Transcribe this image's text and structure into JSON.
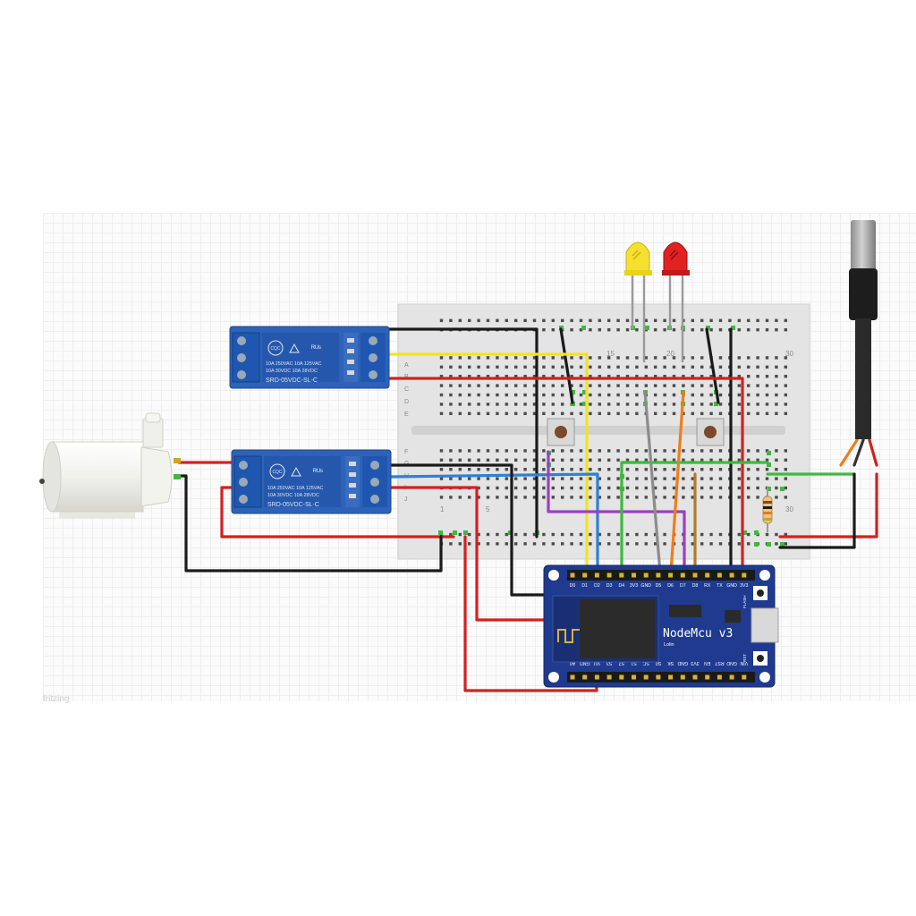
{
  "breadboard": {
    "column_numbers": [
      "15",
      "20",
      "30",
      "1",
      "5",
      "30"
    ],
    "row_letters": [
      "A",
      "B",
      "C",
      "D",
      "E",
      "F",
      "G",
      "H",
      "I",
      "J"
    ]
  },
  "relays": [
    {
      "brand_logo": "CQC",
      "rating_line_1": "10A 250VAC  10A 125VAC",
      "rating_line_2": "10A  30VDC  10A  28VDC",
      "model": "SRD-05VDC-SL-C"
    },
    {
      "brand_logo": "CQC",
      "rating_line_1": "10A 250VAC  10A 125VAC",
      "rating_line_2": "10A  30VDC  10A  28VDC",
      "model": "SRD-05VDC-SL-C"
    }
  ],
  "nodemcu": {
    "title": "NodeMcu v3",
    "subtitle": "Lolin",
    "flash_label": "FLASH",
    "rst_label": "RST",
    "top_pins": [
      "D0",
      "D1",
      "D2",
      "D3",
      "D4",
      "3V3",
      "GND",
      "D5",
      "D6",
      "D7",
      "D8",
      "RX",
      "TX",
      "GND",
      "3V3"
    ],
    "bottom_pins": [
      "A0",
      "GND",
      "VU",
      "S3",
      "S2",
      "S1",
      "SC",
      "S0",
      "SK",
      "GND",
      "3V3",
      "EN",
      "RST",
      "GND",
      "VIN"
    ]
  },
  "leds": [
    {
      "color": "yellow",
      "hex": "#f5e030"
    },
    {
      "color": "red",
      "hex": "#e02222"
    }
  ],
  "wire_colors": {
    "red": "#d42020",
    "black": "#1a1a1a",
    "yellow": "#f2e41c",
    "blue": "#2f7fd6",
    "green": "#3fb83f",
    "purple": "#9b3fc4",
    "orange": "#ef7d1a",
    "gray": "#8c8c8c",
    "brown": "#b07a2c"
  },
  "corner_watermark": "fritzing"
}
